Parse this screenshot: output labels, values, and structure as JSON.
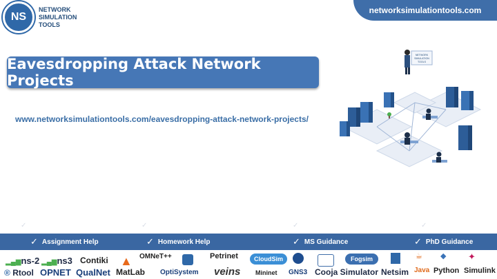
{
  "header": {
    "logo_initials": "NS",
    "logo_text_lines": [
      "NETWORK",
      "SIMULATION",
      "TOOLS"
    ],
    "site": "networksimulationtools.com"
  },
  "title": "Eavesdropping Attack Network Projects",
  "url": "www.networksimulationtools.com/eavesdropping-attack-network-projects/",
  "illustration": {
    "board_lines": [
      "NETWORK",
      "SIMULATION",
      "TOOLS"
    ]
  },
  "help": {
    "items": [
      "Assignment Help",
      "Homework Help",
      "MS  Guidance",
      "PhD  Guidance"
    ]
  },
  "tools": {
    "row1": [
      "ns-2",
      "ns3",
      "Contiki",
      "OMNeT++",
      "Petrinet",
      "CloudSim",
      "Fogsim",
      "Java",
      "Python"
    ],
    "row2": [
      "Rtool",
      "OPNET",
      "QualNet",
      "MatLab",
      "OptiSystem",
      "veins",
      "Mininet",
      "GNS3",
      "Cooja Simulator",
      "Netsim",
      "Simulink"
    ]
  },
  "colors": {
    "brand": "#3f6ea9",
    "title_bg": "#4677b6",
    "bar": "#3a67a2"
  }
}
